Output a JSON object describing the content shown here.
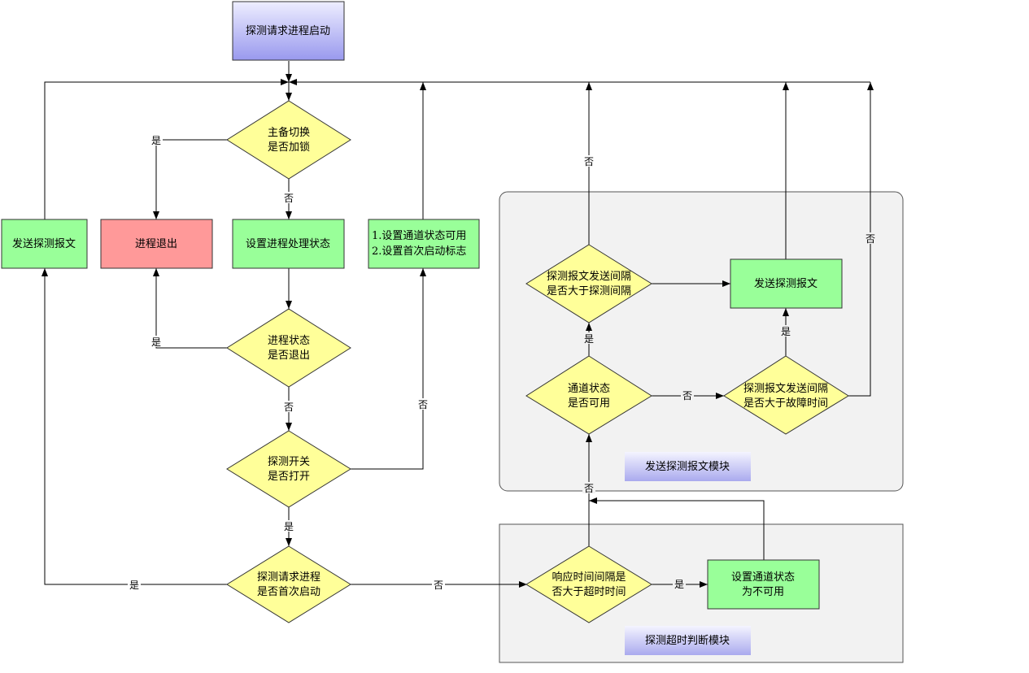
{
  "nodes": {
    "start": "探测请求进程启动",
    "d_lock": [
      "主备切换",
      "是否加锁"
    ],
    "exit": "进程退出",
    "send_left": "发送探测报文",
    "set_state": "设置进程处理状态",
    "set_channel": [
      "1.设置通道状态可用",
      "2.设置首次启动标志"
    ],
    "d_exit": [
      "进程状态",
      "是否退出"
    ],
    "d_switch": [
      "探测开关",
      "是否打开"
    ],
    "d_first": [
      "探测请求进程",
      "是否首次启动"
    ],
    "d_interval": [
      "探测报文发送间隔",
      "是否大于探测间隔"
    ],
    "send_right": "发送探测报文",
    "d_avail": [
      "通道状态",
      "是否可用"
    ],
    "d_fault": [
      "探测报文发送间隔",
      "是否大于故障时间"
    ],
    "d_timeout": [
      "响应时间间隔是",
      "否大于超时时间"
    ],
    "set_unavail": [
      "设置通道状态",
      "为不可用"
    ]
  },
  "modules": {
    "send_module": "发送探测报文模块",
    "timeout_module": "探测超时判断模块"
  },
  "edge_labels": {
    "yes": "是",
    "no": "否"
  },
  "colors": {
    "decision": "#ffff99",
    "process": "#99ff99",
    "exit": "#ff9999",
    "start_top": "#c8c8ff",
    "module_bg": "#f2f2f2"
  }
}
